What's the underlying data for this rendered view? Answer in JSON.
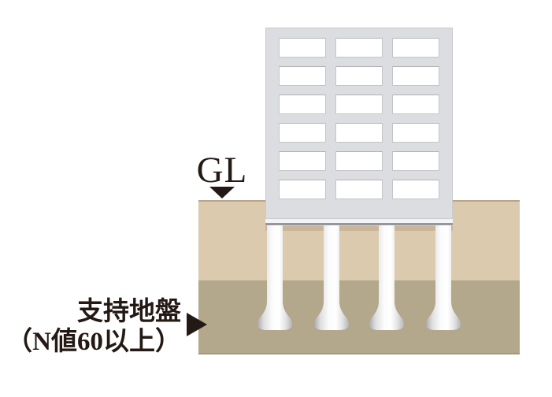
{
  "diagram": {
    "title_hidden": "",
    "gl_label": "GL",
    "support_label_line1": "支持地盤",
    "support_label_line2": "（N値60以上）"
  },
  "building": {
    "window_rows": 6,
    "window_cols": 3
  },
  "piles": {
    "count": 4
  },
  "colors": {
    "ink": "#231a15",
    "soil_upper": "#dccaae",
    "soil_lower": "#b3a78c",
    "soil_edge": "#b5a58c",
    "building": "#dcdde0",
    "pile_light": "#ffffff",
    "pile_shade": "#aeaeb0"
  }
}
